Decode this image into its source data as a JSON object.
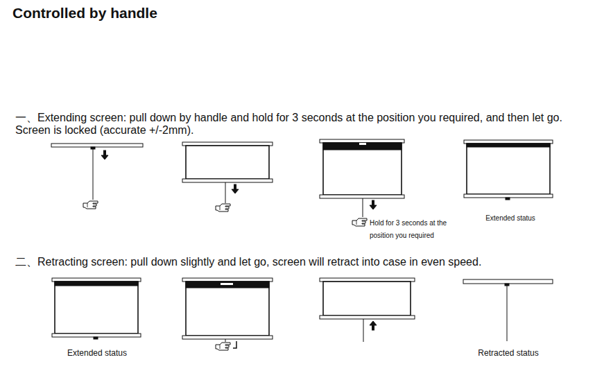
{
  "diagram": {
    "title": "Controlled by handle",
    "labels": [
      "一、Extending screen: pull down by handle and hold for 3 seconds at the position you required, and then let go. Screen is locked (accurate +/-2mm).",
      "Hold for 3 seconds at the position you required",
      "Extended status",
      "二、Retracting screen: pull down slightly and let go, screen will retract into case in even speed.",
      "Extended status",
      "Retracted status"
    ]
  }
}
